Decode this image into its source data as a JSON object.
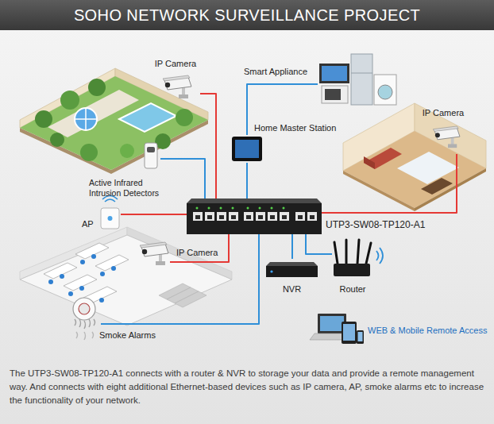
{
  "diagram": {
    "title": "SOHO NETWORK SURVEILLANCE PROJECT",
    "caption": "The UTP3-SW08-TP120-A1 connects with a router & NVR to storage your data and provide a remote management way. And connects with eight additional Ethernet-based devices such as IP camera, AP, smoke alarms etc to increase the functionality of your network.",
    "nodes": [
      {
        "text": [
          "IP Camera"
        ]
      },
      {
        "text": [
          "Smart Appliance"
        ]
      },
      {
        "text": [
          "Home Master Station"
        ]
      },
      {
        "text": [
          "IP Camera"
        ]
      },
      {
        "text": [
          "Active Infrared Intrusion Detectors"
        ]
      },
      {
        "text": [
          "AP"
        ]
      },
      {
        "text": [
          "UTP3-SW08-TP120-A1"
        ]
      },
      {
        "text": [
          "IP Camera"
        ]
      },
      {
        "text": [
          "NVR"
        ]
      },
      {
        "text": [
          "Router"
        ]
      },
      {
        "text": [
          "Smoke Alarms"
        ]
      },
      {
        "text": [
          "WEB & Mobile Remote Access"
        ]
      }
    ],
    "edges": [
      {
        "from": 0,
        "to": 6,
        "arrow": "none"
      },
      {
        "from": 1,
        "to": 2,
        "arrow": "none"
      },
      {
        "from": 2,
        "to": 6,
        "arrow": "none"
      },
      {
        "from": 4,
        "to": 6,
        "arrow": "none"
      },
      {
        "from": 3,
        "to": 6,
        "arrow": "none"
      },
      {
        "from": 5,
        "to": 6,
        "arrow": "none"
      },
      {
        "from": 7,
        "to": 6,
        "arrow": "none"
      },
      {
        "from": 10,
        "to": 6,
        "arrow": "none"
      },
      {
        "from": 8,
        "to": 6,
        "arrow": "none"
      },
      {
        "from": 9,
        "to": 6,
        "arrow": "none"
      }
    ]
  }
}
